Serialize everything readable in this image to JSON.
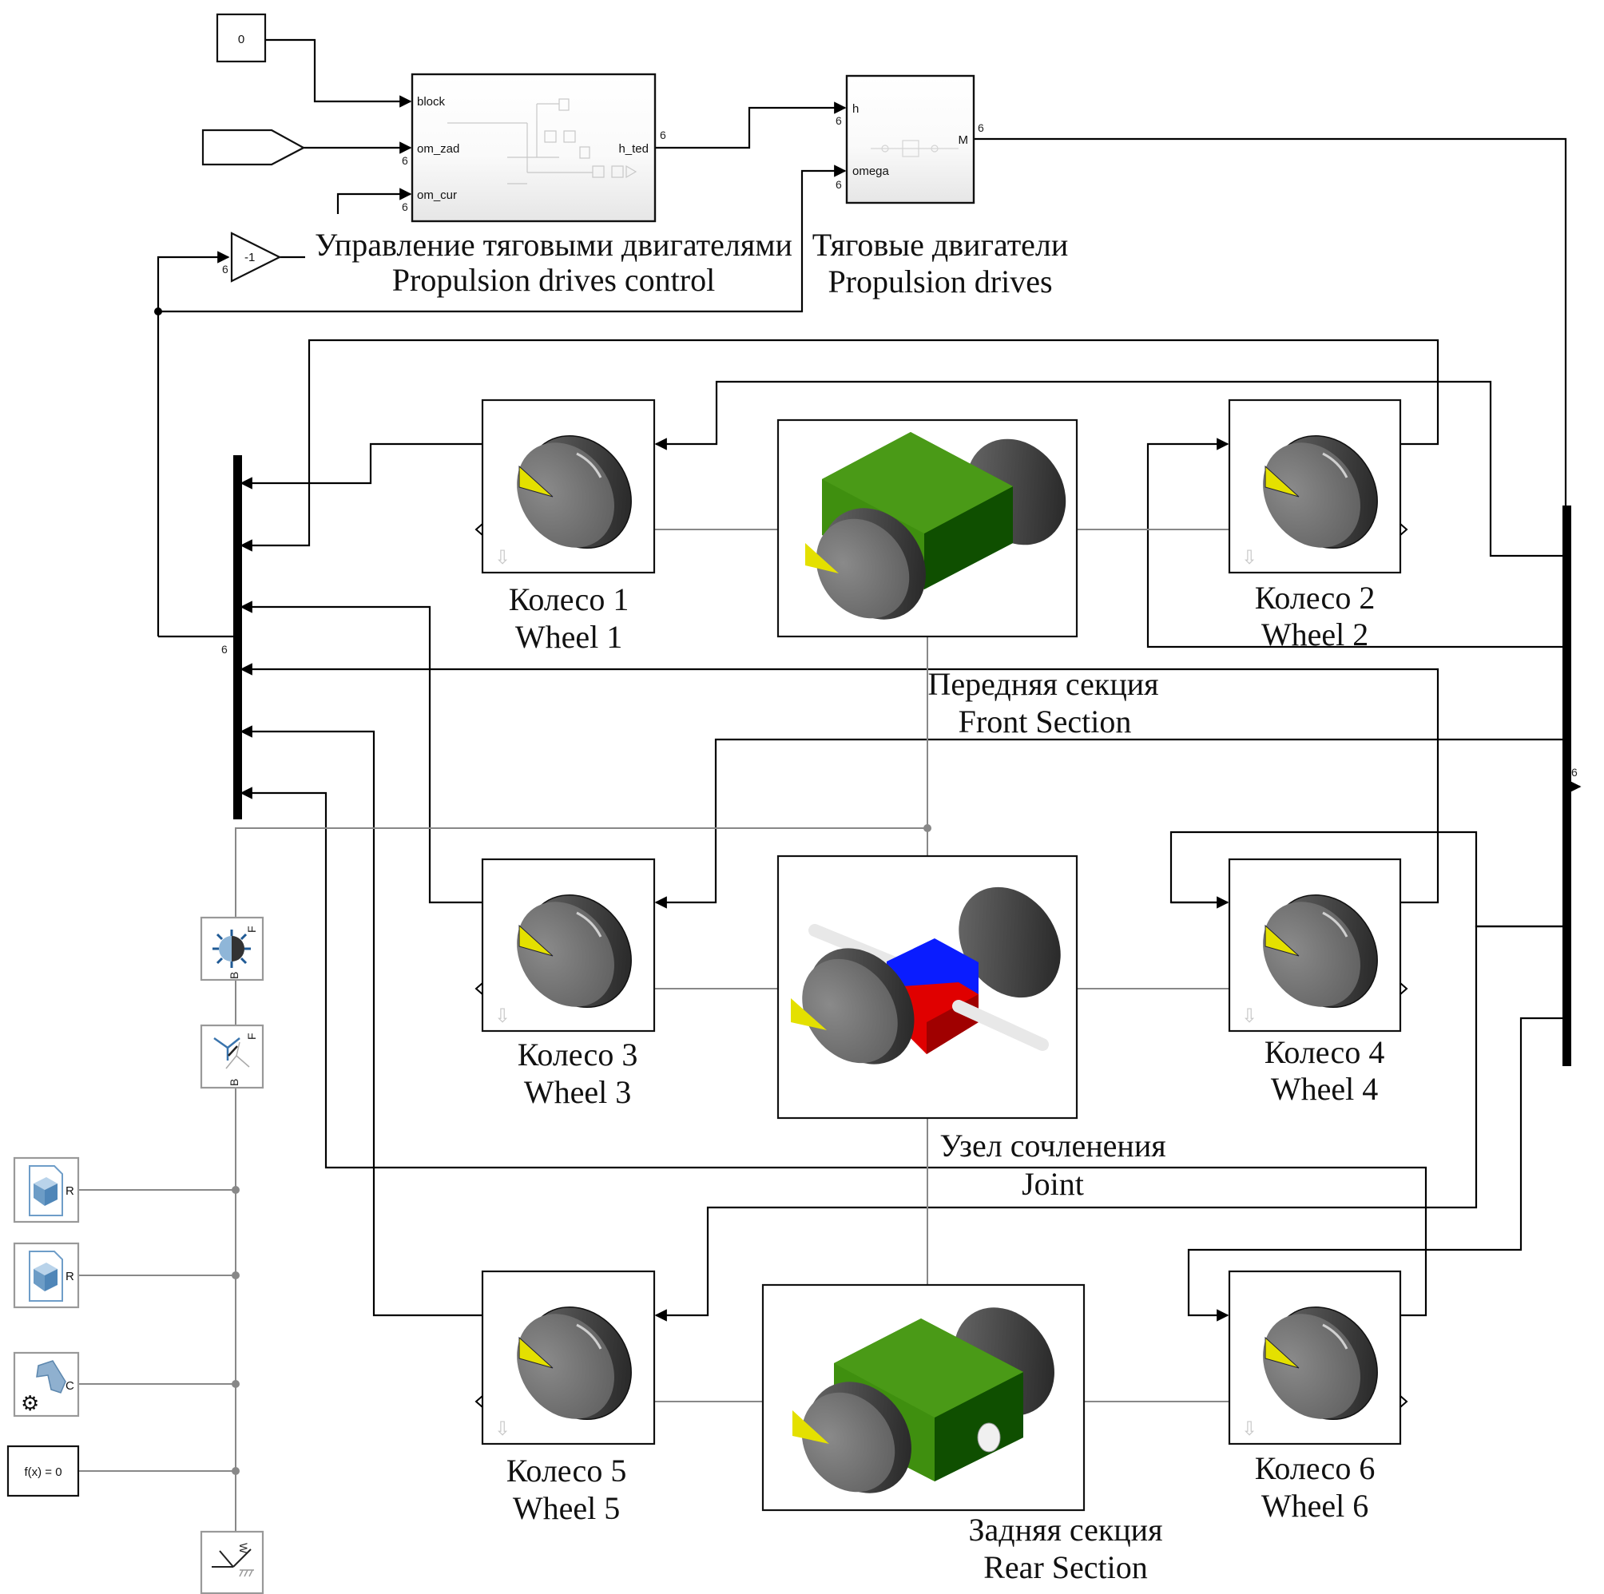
{
  "constant": {
    "value": "0"
  },
  "control_block": {
    "ports_in": [
      "block",
      "om_zad",
      "om_cur"
    ],
    "port_out": "h_ted",
    "label_ru": "Управление тяговыми двигателями",
    "label_en": "Propulsion drives control"
  },
  "propulsion_block": {
    "ports_in": [
      "h",
      "omega"
    ],
    "port_out": "M",
    "label_ru": "Тяговые двигатели",
    "label_en": "Propulsion drives"
  },
  "gain": {
    "value": "-1"
  },
  "signal_width": "6",
  "wheels": [
    {
      "label_ru": "Колесо 1",
      "label_en": "Wheel 1"
    },
    {
      "label_ru": "Колесо 2",
      "label_en": "Wheel 2"
    },
    {
      "label_ru": "Колесо 3",
      "label_en": "Wheel 3"
    },
    {
      "label_ru": "Колесо 4",
      "label_en": "Wheel 4"
    },
    {
      "label_ru": "Колесо 5",
      "label_en": "Wheel 5"
    },
    {
      "label_ru": "Колесо 6",
      "label_en": "Wheel 6"
    }
  ],
  "sections": {
    "front": {
      "label_ru": "Передняя секция",
      "label_en": "Front Section"
    },
    "joint": {
      "label_ru": "Узел сочленения",
      "label_en": "Joint"
    },
    "rear": {
      "label_ru": "Задняя секция",
      "label_en": "Rear Section"
    }
  },
  "multibody_blocks": {
    "six_dof_port_b": "B",
    "six_dof_port_f": "F",
    "transform_port_b": "B",
    "transform_port_f": "F",
    "file_solid_port": "R",
    "mech_config_port": "C",
    "solver": "f(x) = 0",
    "world_port": "W"
  },
  "colors": {
    "chassis_green": "#3f8f0f",
    "wheel_gray": "#6e6e6e",
    "marker_yellow": "#e8e000",
    "joint_blue": "#0a1cff",
    "joint_red": "#e00000",
    "icon_blue": "#4f86b8"
  }
}
